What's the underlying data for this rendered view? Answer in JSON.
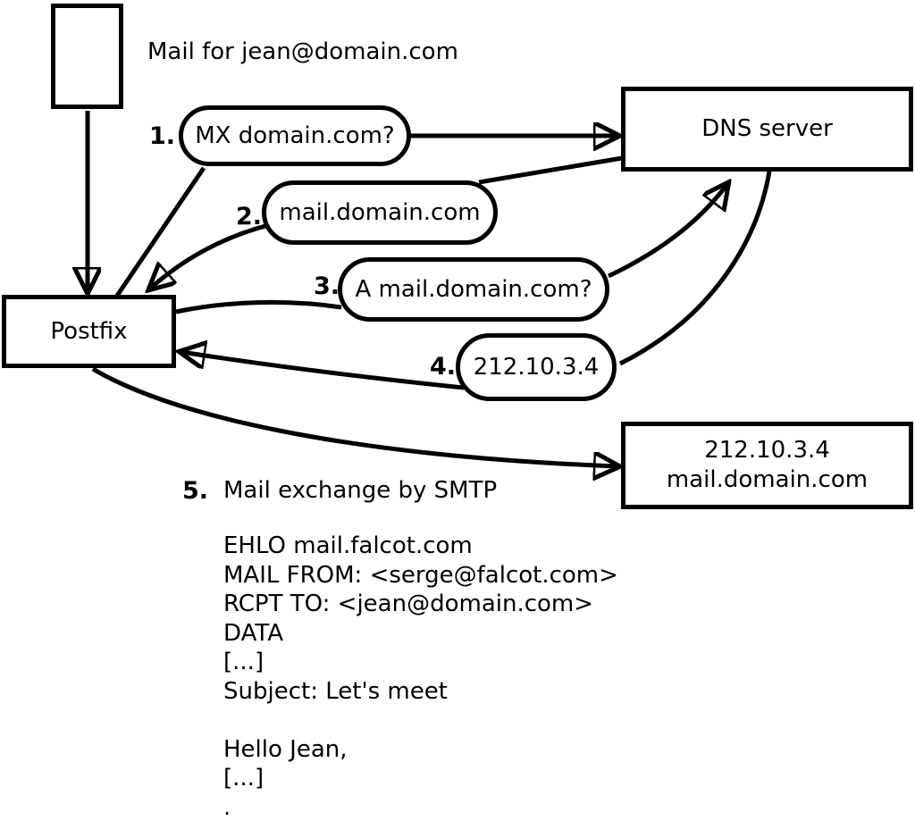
{
  "diagram": {
    "background_color": "#ffffff",
    "stroke_color": "#000000",
    "mail_note": "Mail for jean@domain.com",
    "nodes": {
      "mail_icon": {
        "description": "outgoing mail message"
      },
      "postfix": {
        "label": "Postfix"
      },
      "dns_server": {
        "label": "DNS server"
      },
      "mail_server": {
        "line1": "212.10.3.4",
        "line2": "mail.domain.com"
      }
    },
    "steps": [
      {
        "num": "1.",
        "label": "MX domain.com?"
      },
      {
        "num": "2.",
        "label": "mail.domain.com"
      },
      {
        "num": "3.",
        "label": "A mail.domain.com?"
      },
      {
        "num": "4.",
        "label": "212.10.3.4"
      },
      {
        "num": "5.",
        "label": "Mail exchange by SMTP"
      }
    ],
    "smtp_session": "EHLO mail.falcot.com\nMAIL FROM: <serge@falcot.com>\nRCPT TO: <jean@domain.com>\nDATA\n[...]\nSubject: Let's meet\n\nHello Jean,\n[...]\n."
  }
}
